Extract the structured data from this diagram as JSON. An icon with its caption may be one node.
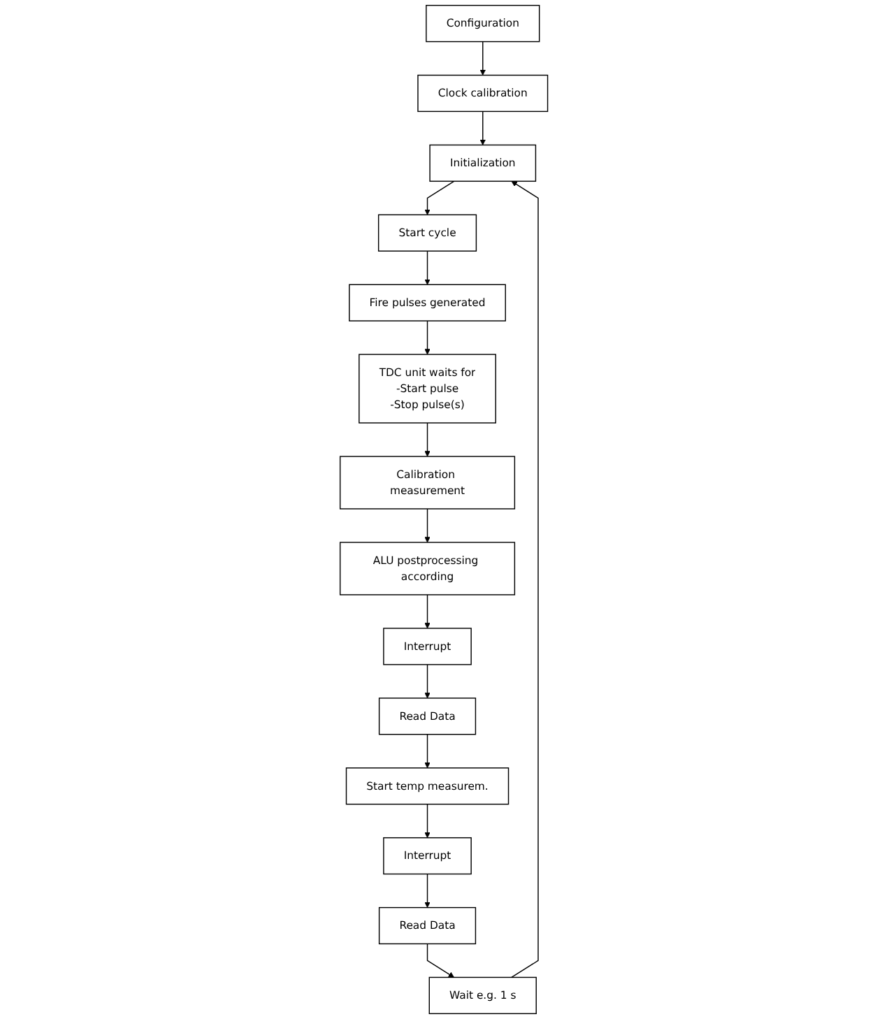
{
  "diagram": {
    "nodes": [
      {
        "text": [
          "Configuration"
        ]
      },
      {
        "text": [
          "Clock calibration"
        ]
      },
      {
        "text": [
          "Initialization"
        ]
      },
      {
        "text": [
          "Start cycle"
        ]
      },
      {
        "text": [
          "Fire pulses generated"
        ]
      },
      {
        "text": [
          "TDC unit waits for",
          "-Start pulse",
          "-Stop pulse(s)"
        ]
      },
      {
        "text": [
          "Calibration measurement"
        ]
      },
      {
        "text": [
          "ALU postprocessing according"
        ]
      },
      {
        "text": [
          "Interrupt"
        ]
      },
      {
        "text": [
          "Read Data"
        ]
      },
      {
        "text": [
          "Start temp measurem."
        ]
      },
      {
        "text": [
          "Interrupt"
        ]
      },
      {
        "text": [
          "Read Data"
        ]
      },
      {
        "text": [
          "Wait e.g. 1 s"
        ]
      }
    ],
    "edges": [
      {
        "from": 0,
        "to": 1,
        "arrow": "to"
      },
      {
        "from": 1,
        "to": 2,
        "arrow": "to"
      },
      {
        "from": 2,
        "to": 3,
        "arrow": "to"
      },
      {
        "from": 3,
        "to": 4,
        "arrow": "to"
      },
      {
        "from": 4,
        "to": 5,
        "arrow": "to"
      },
      {
        "from": 5,
        "to": 6,
        "arrow": "to"
      },
      {
        "from": 6,
        "to": 7,
        "arrow": "to"
      },
      {
        "from": 7,
        "to": 8,
        "arrow": "to"
      },
      {
        "from": 8,
        "to": 9,
        "arrow": "to"
      },
      {
        "from": 9,
        "to": 10,
        "arrow": "to"
      },
      {
        "from": 10,
        "to": 11,
        "arrow": "to"
      },
      {
        "from": 11,
        "to": 12,
        "arrow": "to"
      },
      {
        "from": 12,
        "to": 13,
        "arrow": "to"
      },
      {
        "from": 13,
        "to": 2,
        "arrow": "to"
      }
    ]
  }
}
